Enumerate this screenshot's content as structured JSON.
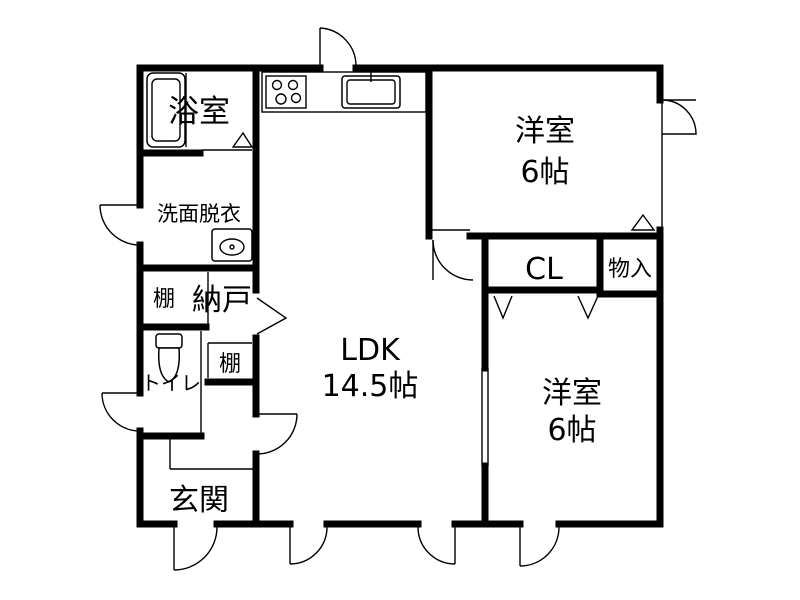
{
  "plan": {
    "rooms": {
      "bath": "浴室",
      "washroom": "洗面脱衣",
      "shelf_1": "棚",
      "storage": "納戸",
      "shelf_2": "棚",
      "toilet": "トイレ",
      "entrance": "玄関",
      "ldk": "LDK",
      "ldk_size": "14.5帖",
      "western_1": "洋室",
      "western_1_size": "6帖",
      "closet": "CL",
      "closet_small": "物入",
      "western_2": "洋室",
      "western_2_size": "6帖"
    },
    "colors": {
      "line": "#000000",
      "background": "#ffffff"
    },
    "icons": [
      "cooktop-icon",
      "sink-icon",
      "washbasin-icon",
      "toilet-icon",
      "door-swing-icon",
      "window-icon"
    ]
  }
}
